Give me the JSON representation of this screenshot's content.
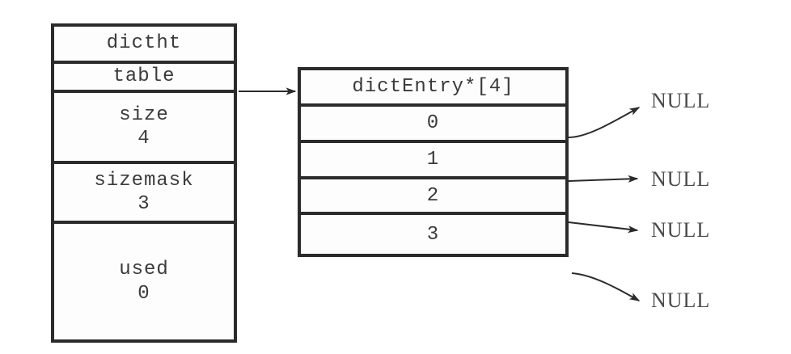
{
  "diagram": {
    "title": "dictht hash table with empty dictEntry pointer array",
    "struct": {
      "name": "dictht",
      "rows": [
        {
          "field": "dictht",
          "value": ""
        },
        {
          "field": "table",
          "value": ""
        },
        {
          "field": "size",
          "value": "4"
        },
        {
          "field": "sizemask",
          "value": "3"
        },
        {
          "field": "used",
          "value": "0"
        }
      ]
    },
    "array": {
      "header": "dictEntry*[4]",
      "cells": [
        "0",
        "1",
        "2",
        "3"
      ]
    },
    "null_labels": [
      "NULL",
      "NULL",
      "NULL",
      "NULL"
    ],
    "connectors": {
      "table_to_array": "arrow",
      "bucket_arrows": [
        "arrow",
        "arrow",
        "arrow",
        "arrow"
      ]
    },
    "colors": {
      "stroke": "#2b2b2b",
      "text": "#3a3a3a",
      "null_text": "#4a4a4a",
      "background": "#ffffff",
      "cell_fill": "#fdfdfd"
    }
  }
}
